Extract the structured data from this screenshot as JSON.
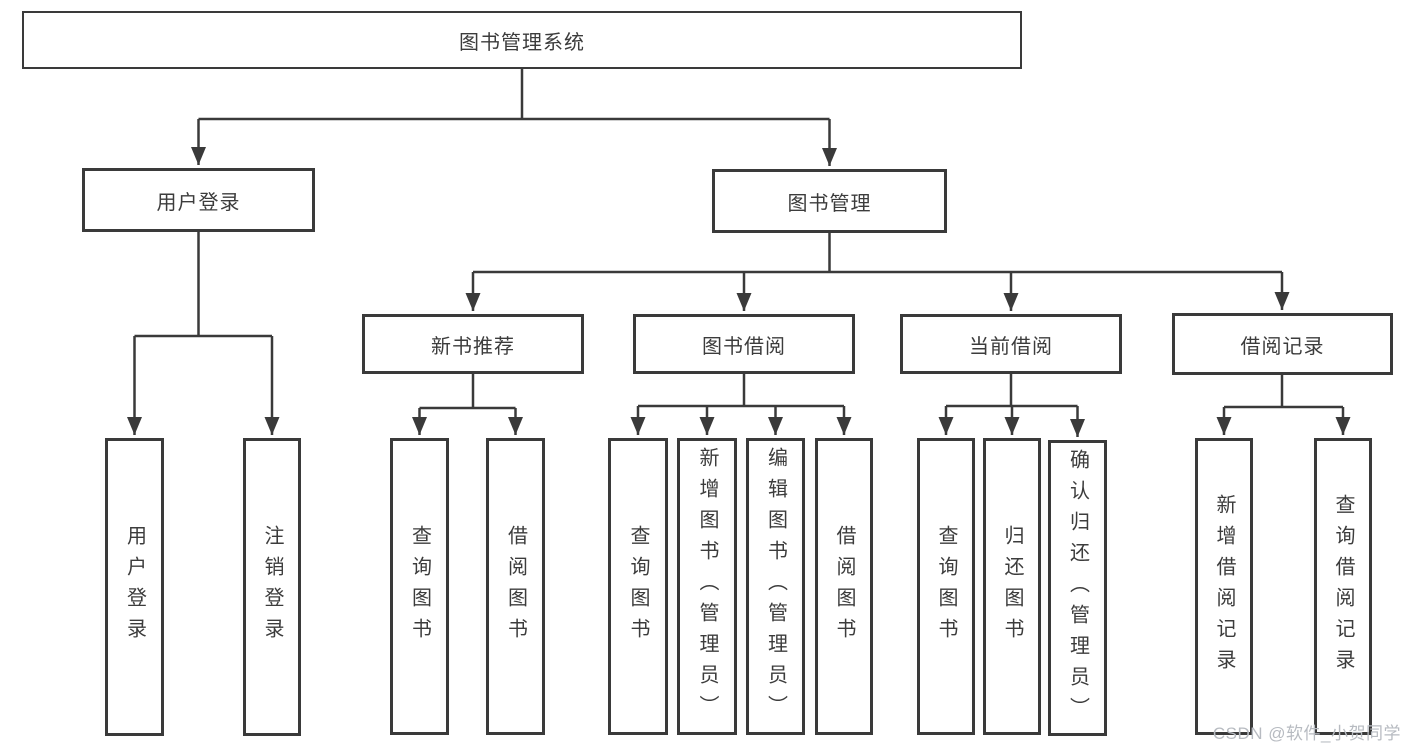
{
  "colors": {
    "line": "#3a3a3a",
    "text": "#3c3c3c",
    "background": "#ffffff",
    "watermark": "#b7bbc1"
  },
  "watermark": {
    "text": "CSDN @软件_小贺同学"
  },
  "tree": {
    "label": "图书管理系统",
    "children": [
      {
        "label": "用户登录",
        "children": [
          {
            "label": "用户登录"
          },
          {
            "label": "注销登录"
          }
        ]
      },
      {
        "label": "图书管理",
        "children": [
          {
            "label": "新书推荐",
            "children": [
              {
                "label": "查询图书"
              },
              {
                "label": "借阅图书"
              }
            ]
          },
          {
            "label": "图书借阅",
            "children": [
              {
                "label": "查询图书"
              },
              {
                "label": "新增图书（管理员）"
              },
              {
                "label": "编辑图书（管理员）"
              },
              {
                "label": "借阅图书"
              }
            ]
          },
          {
            "label": "当前借阅",
            "children": [
              {
                "label": "查询图书"
              },
              {
                "label": "归还图书"
              },
              {
                "label": "确认归还（管理员）"
              }
            ]
          },
          {
            "label": "借阅记录",
            "children": [
              {
                "label": "新增借阅记录"
              },
              {
                "label": "查询借阅记录"
              }
            ]
          }
        ]
      }
    ]
  }
}
